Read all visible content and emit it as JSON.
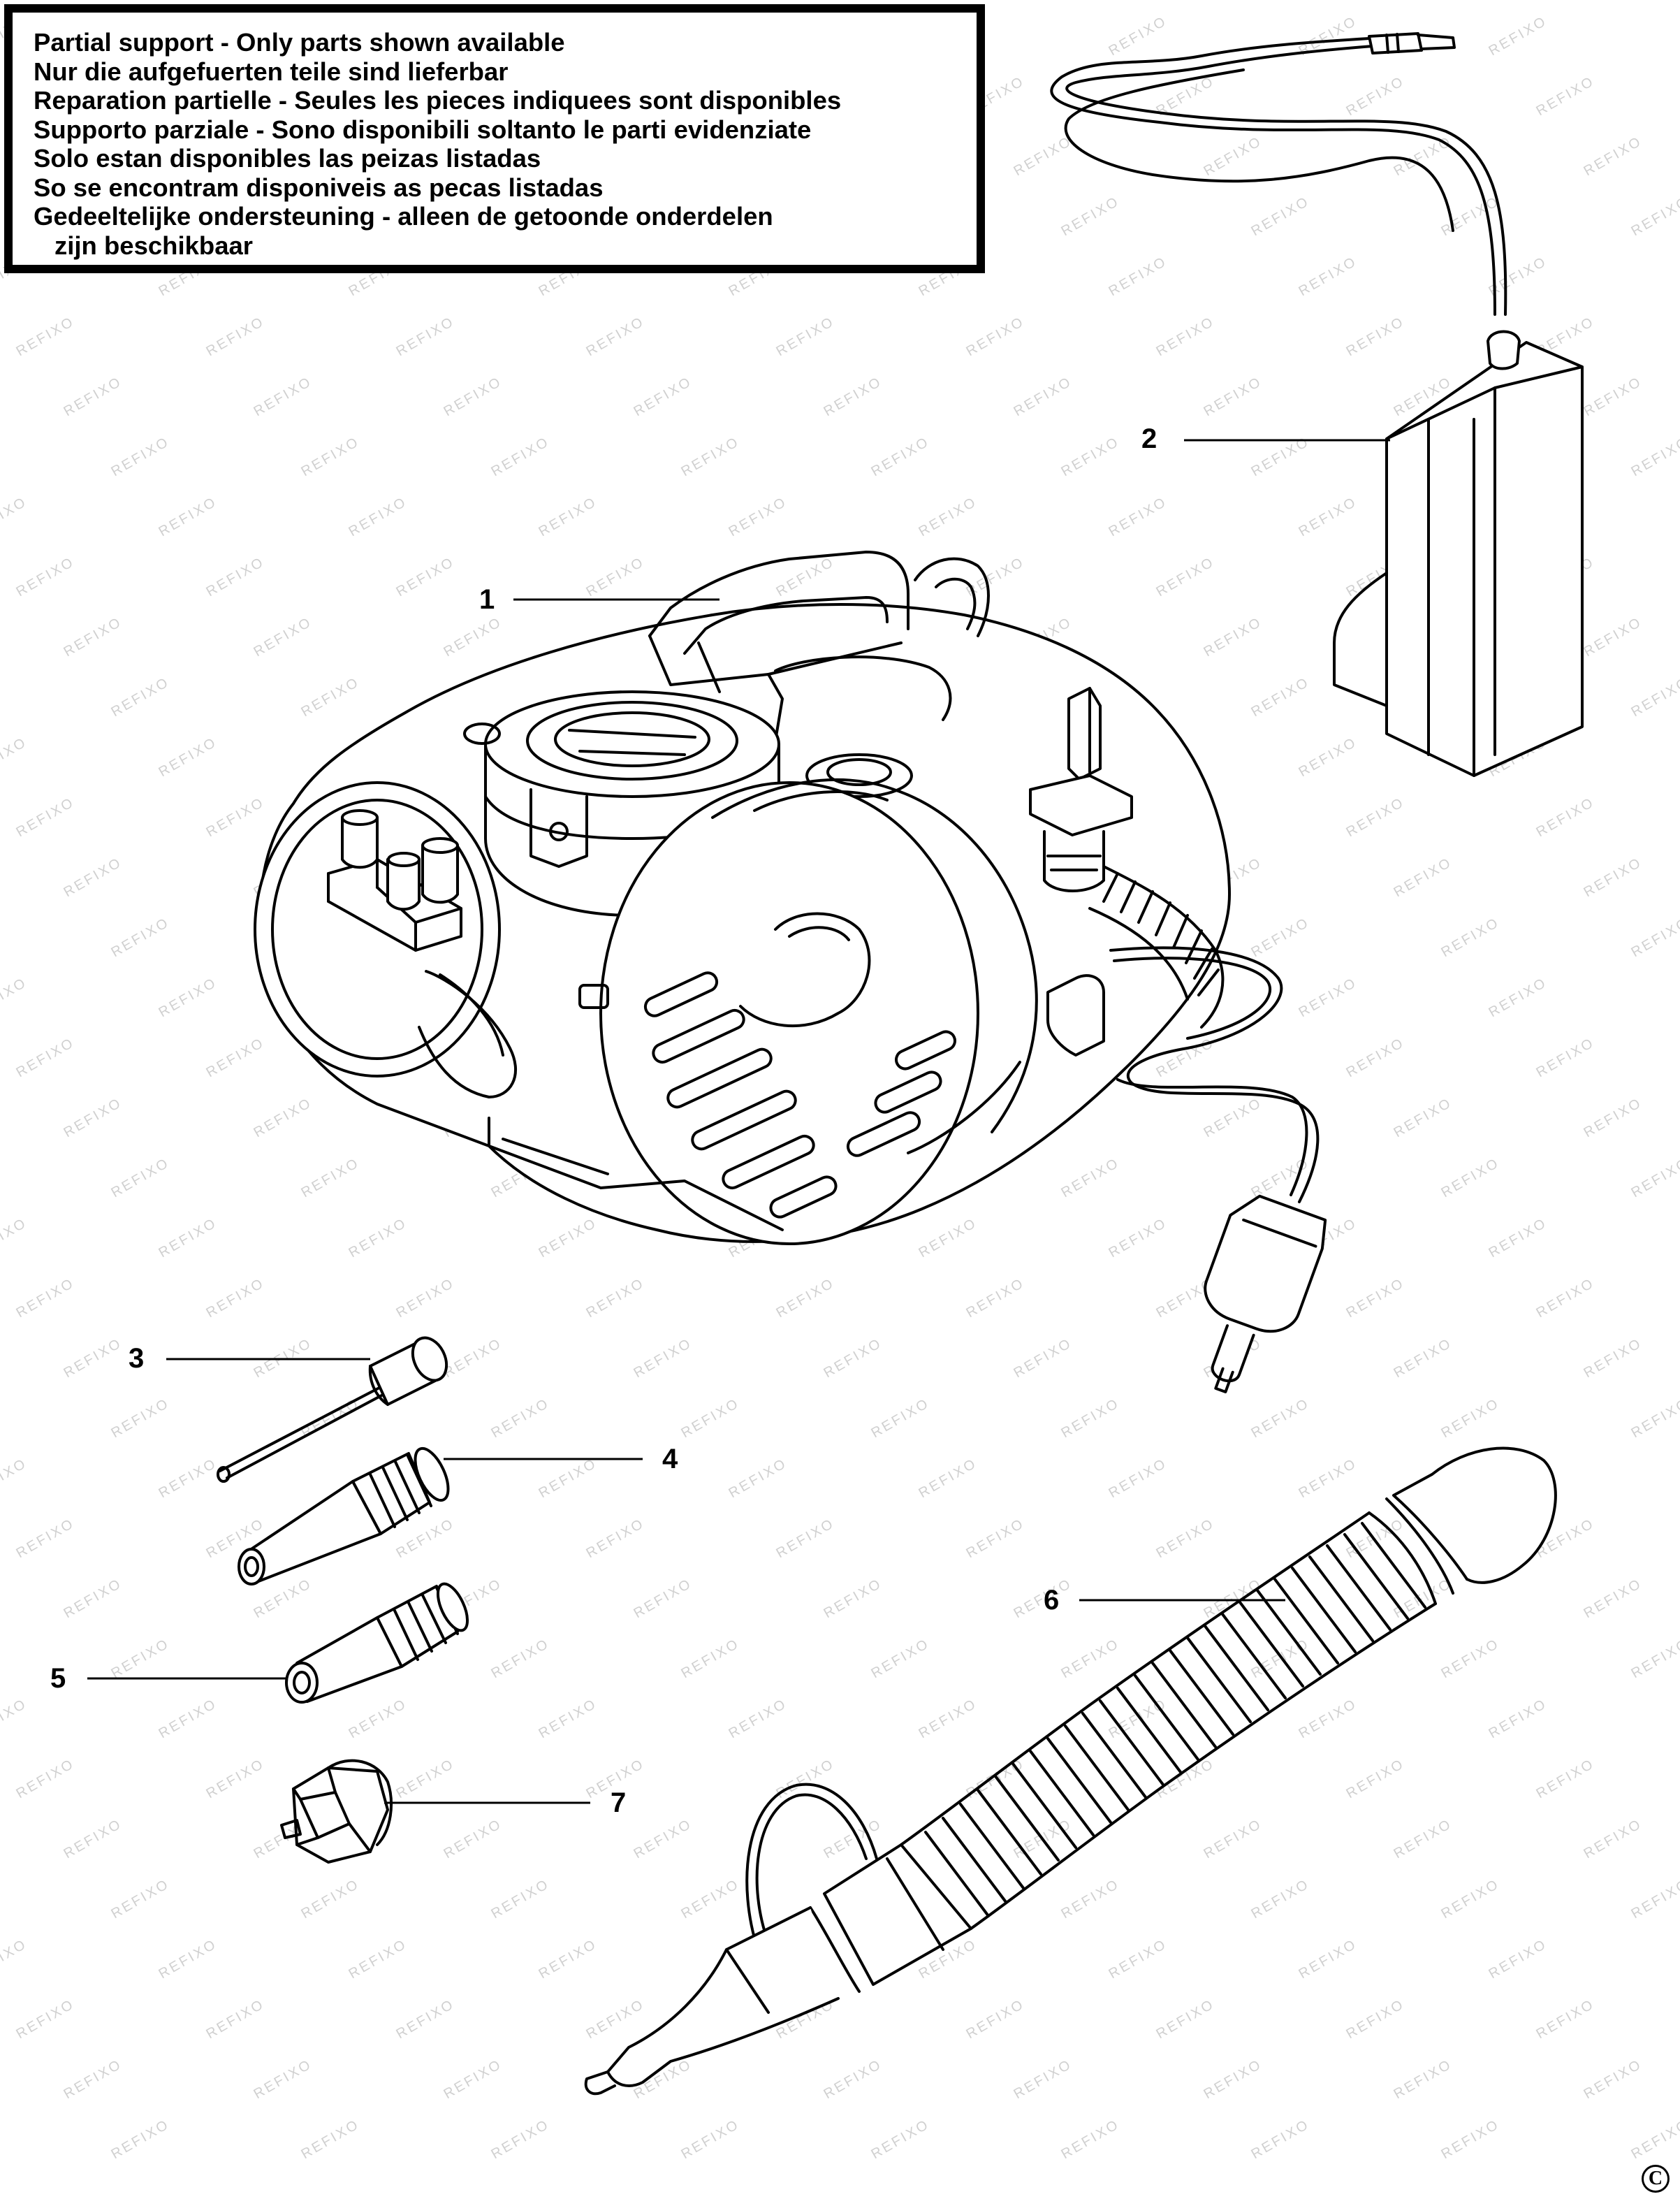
{
  "notice": {
    "lines": [
      "Partial support - Only parts shown available",
      "Nur die aufgefuerten teile sind lieferbar",
      "Reparation partielle - Seules les pieces indiquees sont disponibles",
      "Supporto parziale - Sono disponibili soltanto le parti evidenziate",
      "Solo estan disponibles las peizas listadas",
      "So se encontram disponiveis as pecas listadas",
      "Gedeeltelijke ondersteuning - alleen de getoonde onderdelen",
      "zijn beschikbaar"
    ]
  },
  "callouts": {
    "c1": "1",
    "c2": "2",
    "c3": "3",
    "c4": "4",
    "c5": "5",
    "c6": "6",
    "c7": "7"
  },
  "watermark": "REFIXO",
  "copyright": "C",
  "colors": {
    "ink": "#000000",
    "paper": "#ffffff",
    "watermark": "#d0d0d0"
  }
}
